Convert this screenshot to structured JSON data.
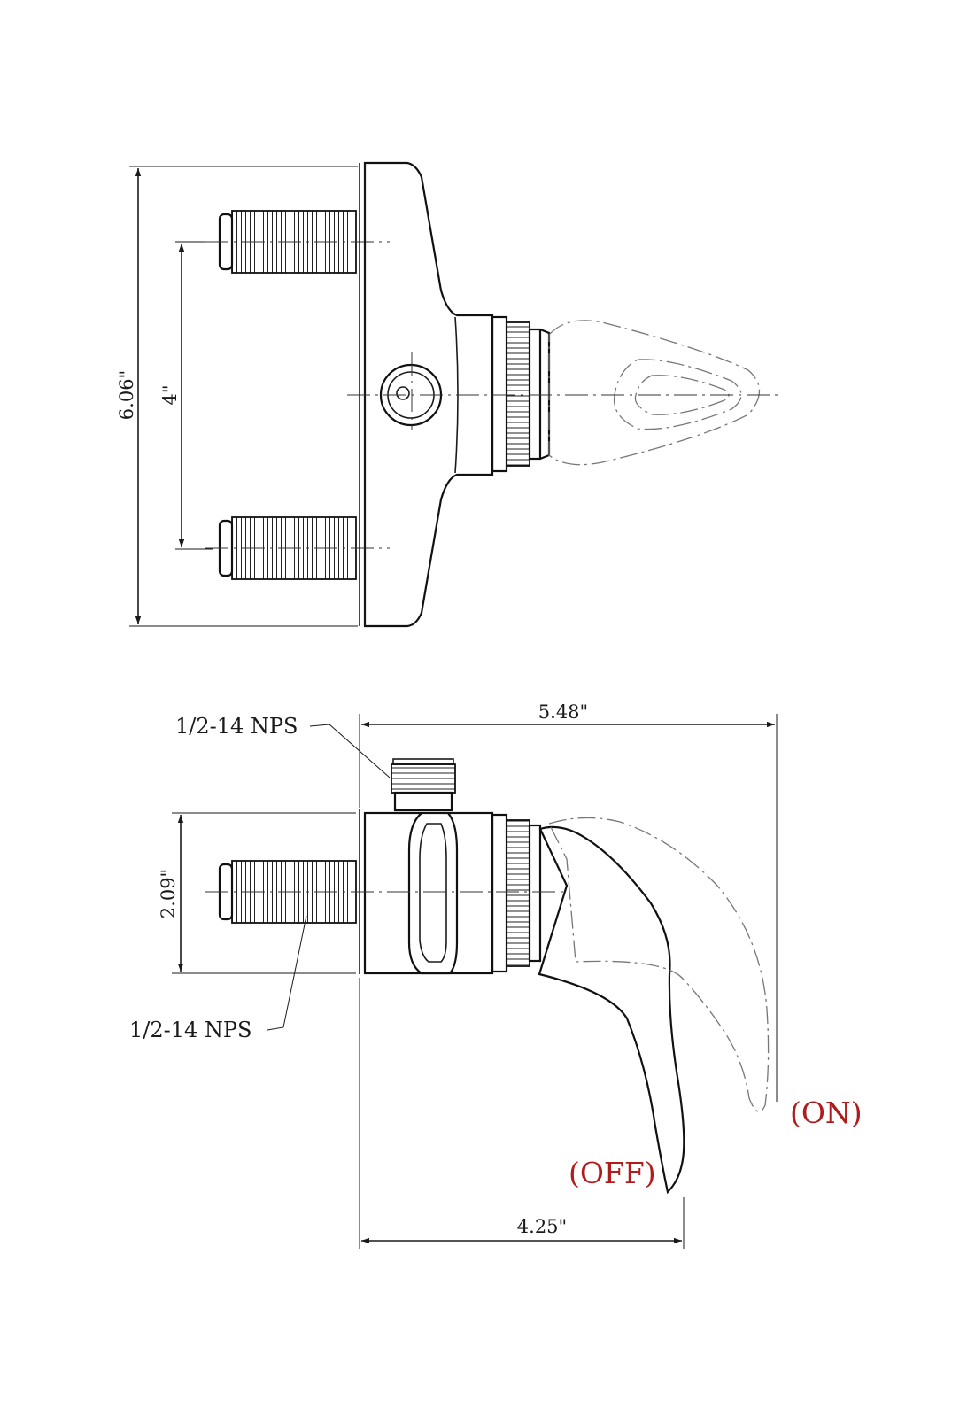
{
  "top_view": {
    "height_dim": "6.06\"",
    "spacing_dim": "4\""
  },
  "side_view": {
    "overall_length_dim": "5.48\"",
    "body_height_dim": "2.09\"",
    "handle_length_dim": "4.25\"",
    "top_thread_note": "1/2-14 NPS",
    "inlet_thread_note": "1/2-14 NPS",
    "on_label": "(ON)",
    "off_label": "(OFF)"
  },
  "colors": {
    "line": "#1a1a1a",
    "state_label": "#b01c1c"
  }
}
